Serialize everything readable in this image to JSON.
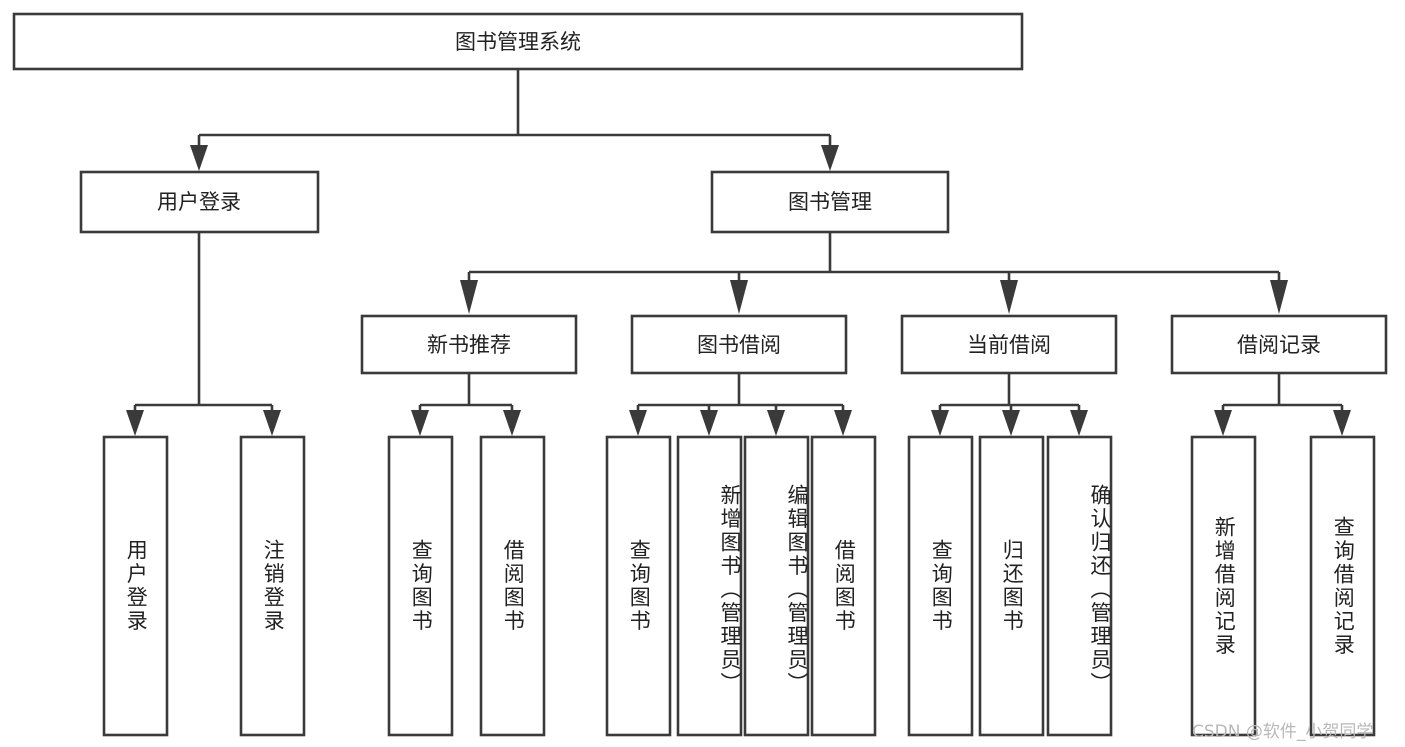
{
  "diagram": {
    "title_node": {
      "label": "图书管理系统"
    },
    "level2": [
      {
        "id": "user-login",
        "label": "用户登录"
      },
      {
        "id": "book-management",
        "label": "图书管理"
      }
    ],
    "level3": [
      {
        "id": "new-book-recommend",
        "label": "新书推荐"
      },
      {
        "id": "book-borrow",
        "label": "图书借阅"
      },
      {
        "id": "current-borrow",
        "label": "当前借阅"
      },
      {
        "id": "borrow-record",
        "label": "借阅记录"
      }
    ],
    "leaves": {
      "user_login": [
        {
          "id": "leaf-user-login",
          "label": "用户登录"
        },
        {
          "id": "leaf-logout-login",
          "label": "注销登录"
        }
      ],
      "new_book_recommend": [
        {
          "id": "leaf-query-book-1",
          "label": "查询图书"
        },
        {
          "id": "leaf-borrow-book-1",
          "label": "借阅图书"
        }
      ],
      "book_borrow": [
        {
          "id": "leaf-query-book-2",
          "label": "查询图书"
        },
        {
          "id": "leaf-add-book",
          "label": "新增图书（管理员）"
        },
        {
          "id": "leaf-edit-book",
          "label": "编辑图书（管理员）"
        },
        {
          "id": "leaf-borrow-book-2",
          "label": "借阅图书"
        }
      ],
      "current_borrow": [
        {
          "id": "leaf-query-book-3",
          "label": "查询图书"
        },
        {
          "id": "leaf-return-book",
          "label": "归还图书"
        },
        {
          "id": "leaf-confirm-return",
          "label": "确认归还（管理员）"
        }
      ],
      "borrow_record": [
        {
          "id": "leaf-add-borrow-record",
          "label": "新增借阅记录"
        },
        {
          "id": "leaf-query-borrow-record",
          "label": "查询借阅记录"
        }
      ]
    },
    "watermark": {
      "text": "CSDN @软件_小贺同学"
    },
    "colors": {
      "stroke": "#3a3a3a",
      "box_fill": "#ffffff",
      "text": "#222222",
      "watermark": "#b8b8b8",
      "background": "#ffffff"
    }
  }
}
